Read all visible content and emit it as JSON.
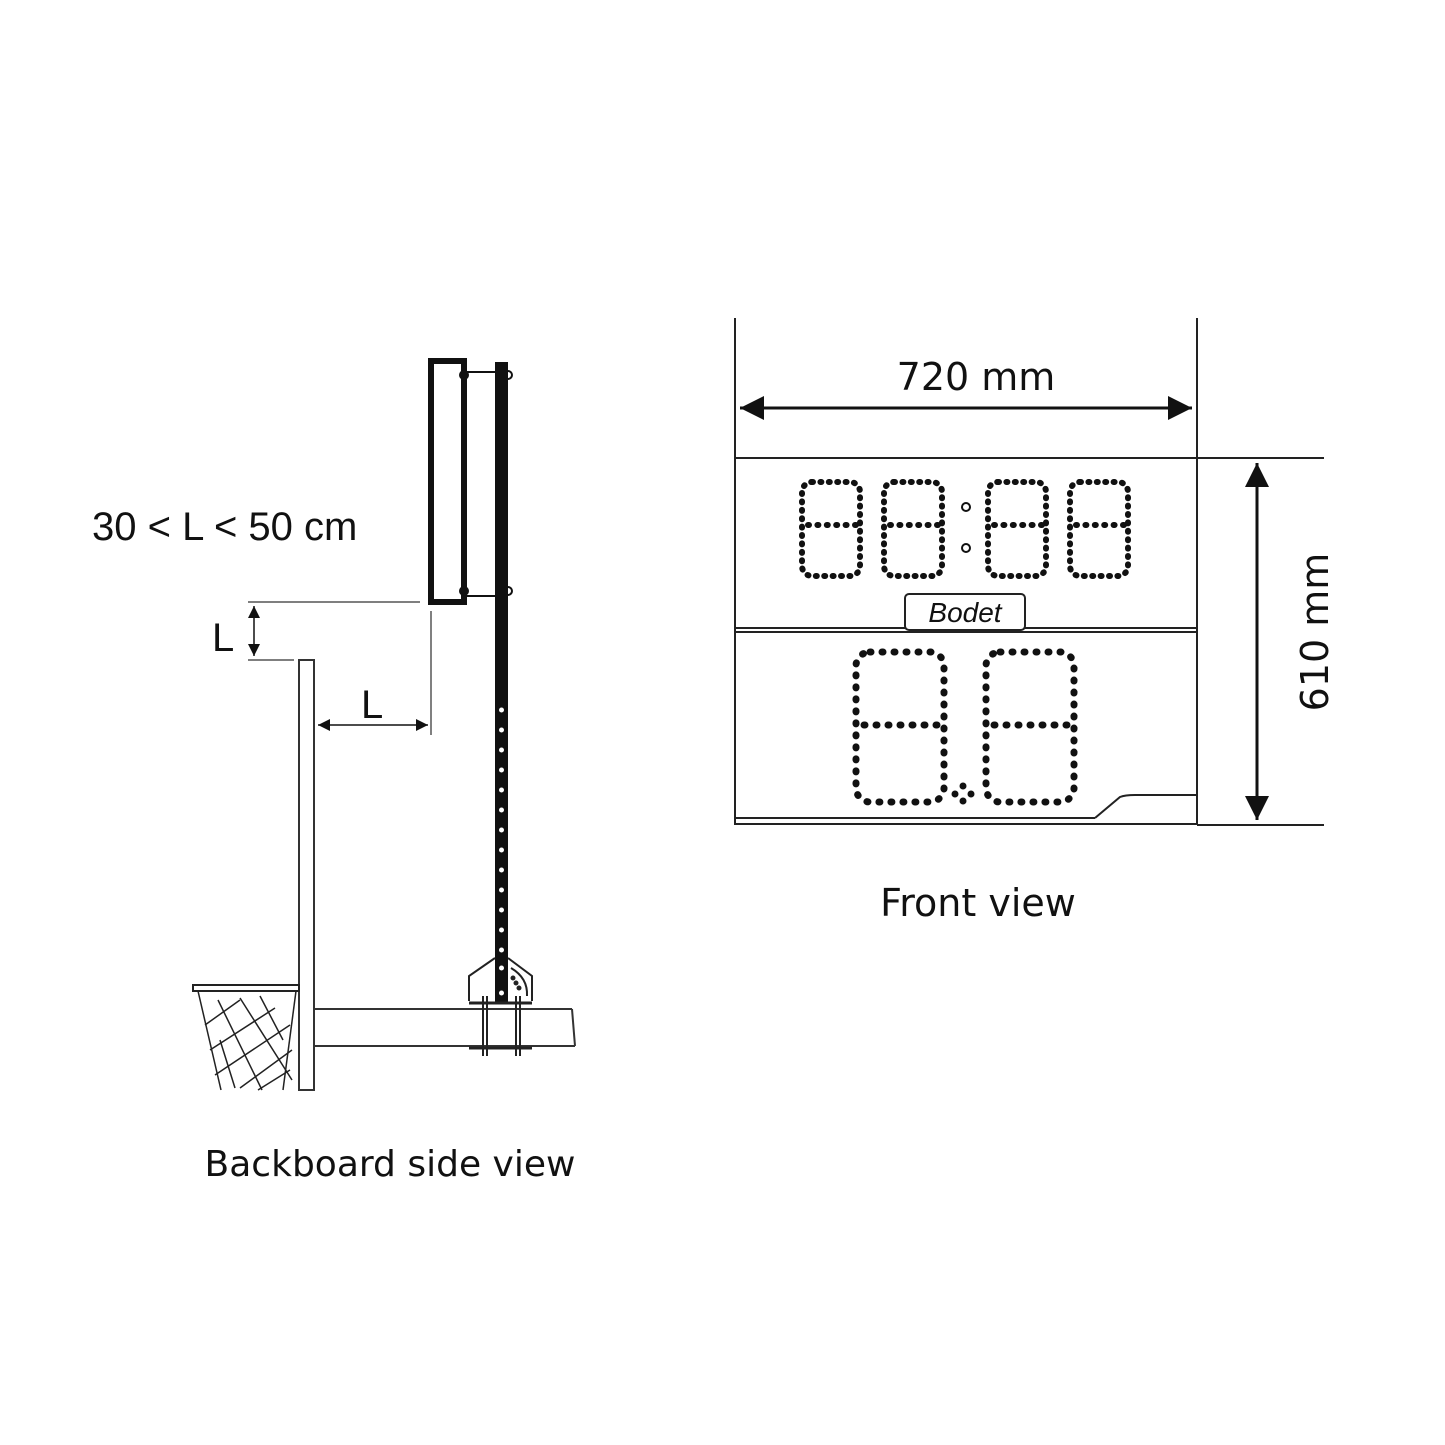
{
  "side_view": {
    "caption": "Backboard side view",
    "range_label": "30 < L < 50 cm",
    "vertical_dim_label": "L",
    "horizontal_dim_label": "L"
  },
  "front_view": {
    "caption": "Front view",
    "width_label": "720 mm",
    "height_label": "610 mm",
    "brand": "Bodet",
    "upper_display": "88:88",
    "lower_display": "8.8"
  },
  "colors": {
    "line": "#111111",
    "background": "#ffffff"
  }
}
